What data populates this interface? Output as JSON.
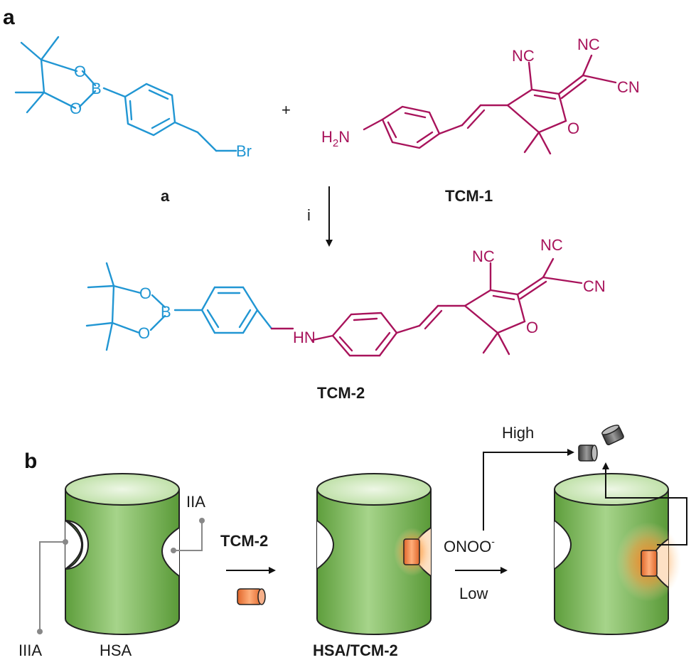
{
  "panel_labels": {
    "a": "a",
    "b": "b"
  },
  "reaction": {
    "reactant_a": {
      "label": "a",
      "atoms": {
        "o1": "O",
        "o2": "O",
        "b": "B",
        "br": "Br"
      }
    },
    "plus": "+",
    "reactant_tcm1": {
      "label": "TCM-1",
      "amine": "H",
      "amine_sub": "2",
      "amine_n": "N",
      "nc_top": "NC",
      "nc_right_top": "NC",
      "cn_right": "CN",
      "ring_o": "O"
    },
    "condition": "i",
    "product_tcm2": {
      "label": "TCM-2",
      "atoms": {
        "o1": "O",
        "o2": "O",
        "b": "B",
        "hn": "HN"
      },
      "nc_top": "NC",
      "nc_right_top": "NC",
      "cn_right": "CN",
      "ring_o": "O"
    }
  },
  "scheme": {
    "site_iia": "IIA",
    "site_iiia": "IIIA",
    "hsa_label": "HSA",
    "step1_label": "TCM-2",
    "complex_label": "HSA/TCM-2",
    "step2_label": "ONOO",
    "step2_sup": "-",
    "low_label": "Low",
    "high_label": "High"
  },
  "colors": {
    "reagent_a": "#2196d3",
    "tcm": "#a8135b",
    "cylinder": "#8bc563",
    "probe": "#f08040"
  }
}
